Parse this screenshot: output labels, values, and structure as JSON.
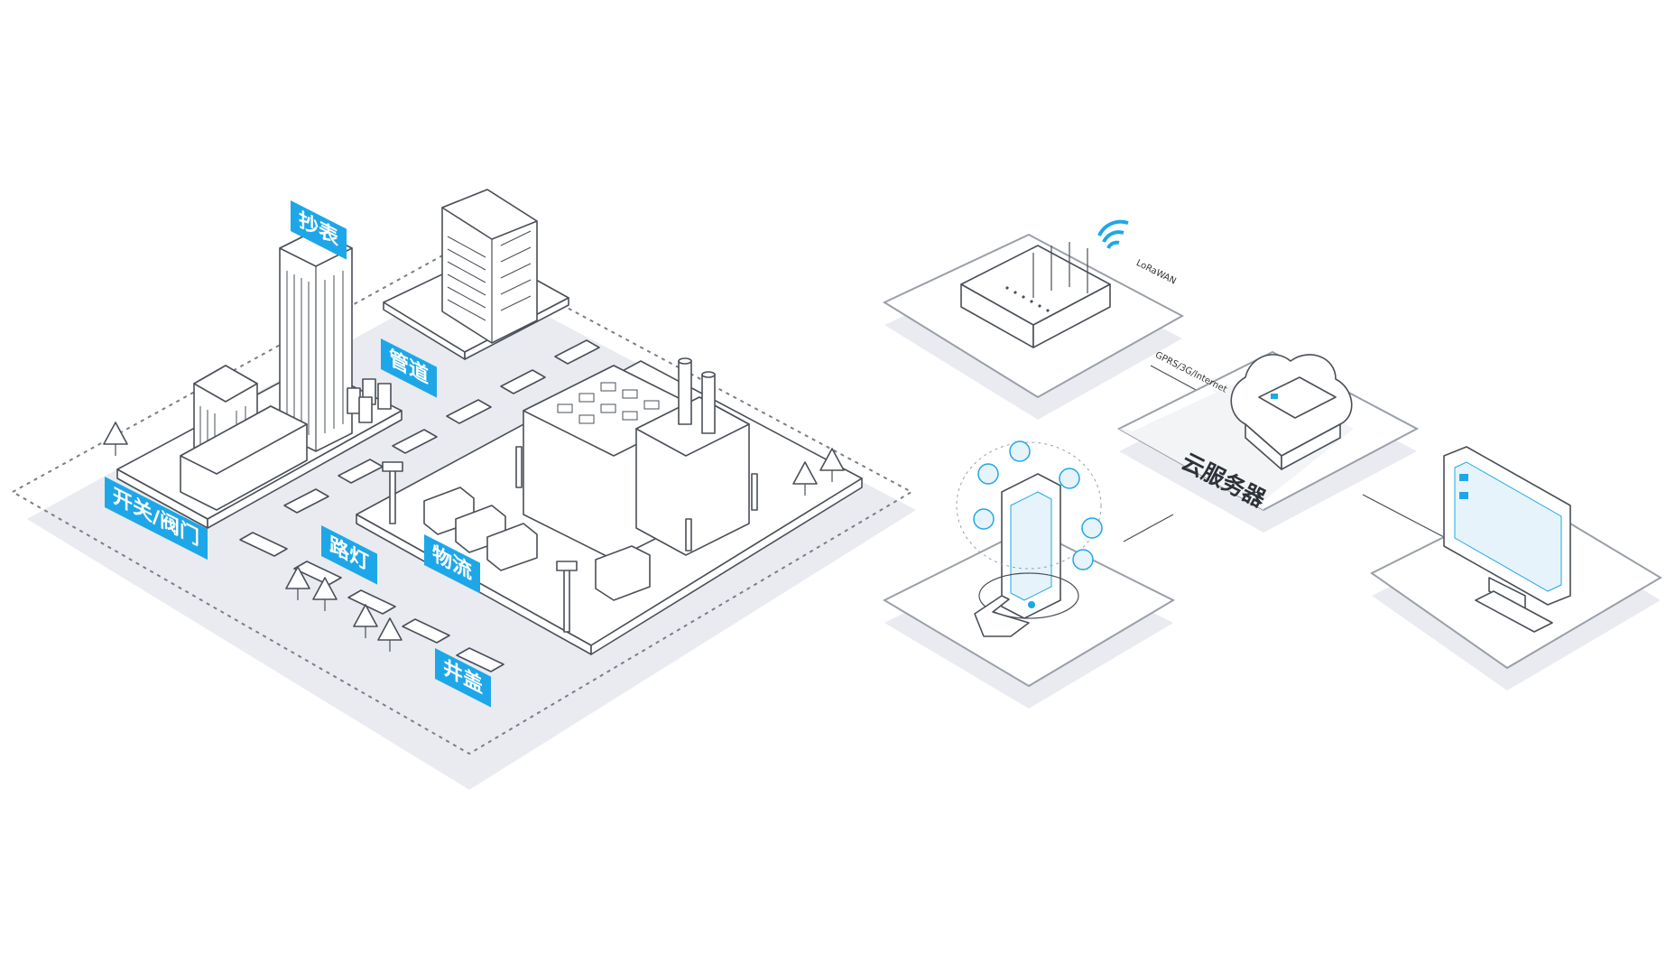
{
  "city": {
    "labels": {
      "meter_reading": "抄表",
      "pipeline": "管道",
      "switch_valve": "开关/阀门",
      "street_light": "路灯",
      "logistics": "物流",
      "manhole_cover": "井盖"
    }
  },
  "network": {
    "gateway_protocol": "LoRaWAN",
    "backhaul": "GPRS/3G/Internet",
    "cloud_server": "云服务器"
  },
  "colors": {
    "accent": "#1ea7e8",
    "line": "#4a5058",
    "floor_shadow": "#e9ebf0",
    "floor_top": "#ffffff",
    "panel_fill": "#f3f4f6"
  },
  "icons": [
    "wifi-icon",
    "router-icon",
    "cloud-icon",
    "server-icon",
    "phone-icon",
    "monitor-icon",
    "hand-icon"
  ]
}
